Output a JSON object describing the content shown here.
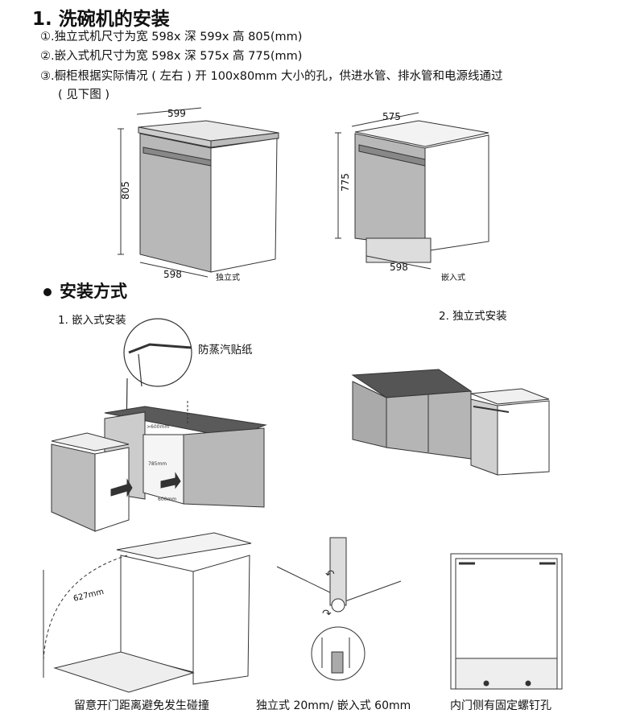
{
  "section1": {
    "title": "1. 洗碗机的安装",
    "specs": [
      "①.独立式机尺寸为宽 598x 深 599x 高 805(mm)",
      "②.嵌入式机尺寸为宽 598x 深 575x 高 775(mm)",
      "③.橱柜根据实际情况 ( 左右 ) 开 100x80mm 大小的孔，供进水管、排水管和电源线通过",
      "( 见下图 )"
    ]
  },
  "figure_top": {
    "freestanding": {
      "width_top": "599",
      "height": "805",
      "width_bottom": "598",
      "label": "独立式"
    },
    "builtin": {
      "width_top": "575",
      "height": "775",
      "width_bottom": "598",
      "label": "嵌入式"
    }
  },
  "section2": {
    "title": "安装方式",
    "method1": "1. 嵌入式安装",
    "method2": "2. 独立式安装",
    "sticker_label": "防蒸汽贴纸",
    "dim_small_1": ">600mm",
    "dim_small_2": "785mm",
    "dim_small_3": "600mm",
    "door_clearance": "627mm"
  },
  "captions": {
    "door": "留意开门距离避免发生碰撞",
    "legs": "独立式 20mm/ 嵌入式 60mm",
    "screws": "内门侧有固定螺钉孔"
  },
  "colors": {
    "steel": "#a9a9a9",
    "countertop": "#555555",
    "line": "#333333"
  }
}
